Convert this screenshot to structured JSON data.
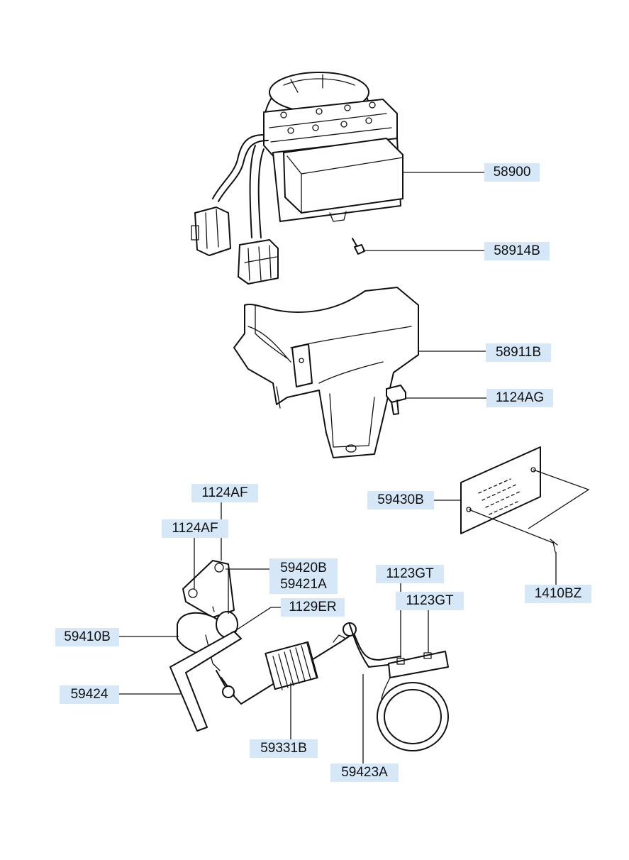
{
  "parts": {
    "p58900": "58900",
    "p58914B": "58914B",
    "p58911B": "58911B",
    "p1124AG": "1124AG",
    "p1124AF_top": "1124AF",
    "p1124AF_lower": "1124AF",
    "p59430B": "59430B",
    "p59420B": "59420B",
    "p59421A": "59421A",
    "p1129ER": "1129ER",
    "p1123GT_upper": "1123GT",
    "p1123GT_lower": "1123GT",
    "p1410BZ": "1410BZ",
    "p59410B": "59410B",
    "p59424": "59424",
    "p59331B": "59331B",
    "p59423A": "59423A"
  },
  "colors": {
    "label_bg": "#d6e8f8",
    "ink": "#111111"
  }
}
